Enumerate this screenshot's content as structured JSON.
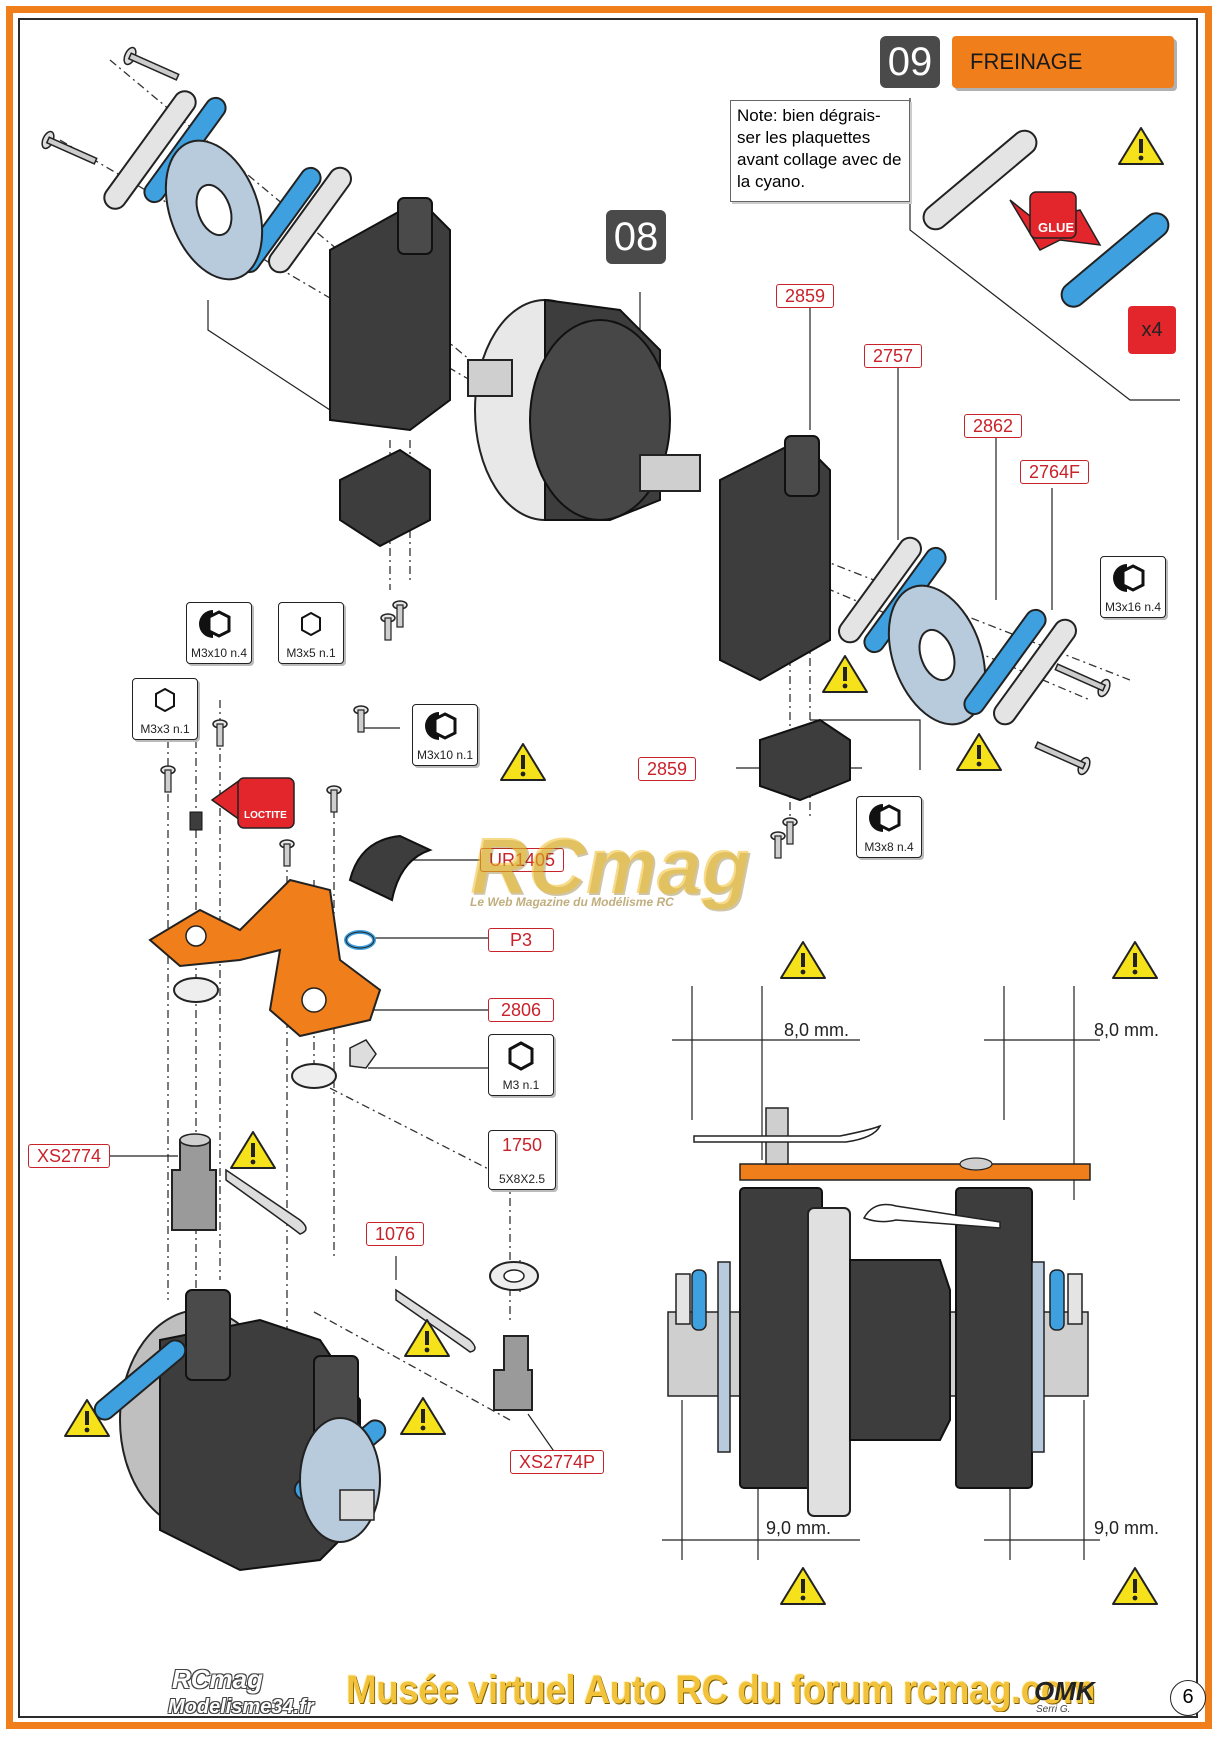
{
  "header": {
    "step_number": "09",
    "step_title": "FREINAGE",
    "previous_step": "08"
  },
  "note": "Note: bien dégrais-ser les plaquettes avant collage avec de la cyano.",
  "glue_label": "GLUE",
  "loctite_label": "LOCTITE",
  "quantity_badge": "x4",
  "part_refs": {
    "r2859_top": "2859",
    "r2757": "2757",
    "r2862": "2862",
    "r2764F": "2764F",
    "r2859_bottom": "2859",
    "rUR1405": "UR1405",
    "rP3": "P3",
    "r2806": "2806",
    "rXS2774": "XS2774",
    "r1076": "1076",
    "rXS2774P": "XS2774P",
    "r1750": "1750",
    "r1750_size": "5X8X2.5"
  },
  "hardware": {
    "m3x16": "M3x16 n.4",
    "m3x10_a": "M3x10 n.4",
    "m3x5": "M3x5 n.1",
    "m3x3": "M3x3 n.1",
    "m3x10_b": "M3x10 n.1",
    "m3x8": "M3x8 n.4",
    "m3nut": "M3 n.1"
  },
  "dimensions": {
    "top_left": "8,0 mm.",
    "top_right": "8,0 mm.",
    "bottom_left": "9,0 mm.",
    "bottom_right": "9,0 mm."
  },
  "watermarks": {
    "main": "Musée virtuel Auto RC du forum rcmag.com",
    "rcmag": "RCmag",
    "site": "Modelisme34.fr",
    "center_logo": "RCmag",
    "center_sub": "Le Web Magazine du Modélisme RC"
  },
  "footer": {
    "brand": "OMK",
    "signature": "Serri G.",
    "page_number": "6"
  },
  "colors": {
    "accent_orange": "#f07e1a",
    "part_blue": "#3ea0de",
    "ref_red": "#c8222a",
    "warning_yellow": "#f6e21a",
    "dark_part": "#3d3d3d"
  }
}
